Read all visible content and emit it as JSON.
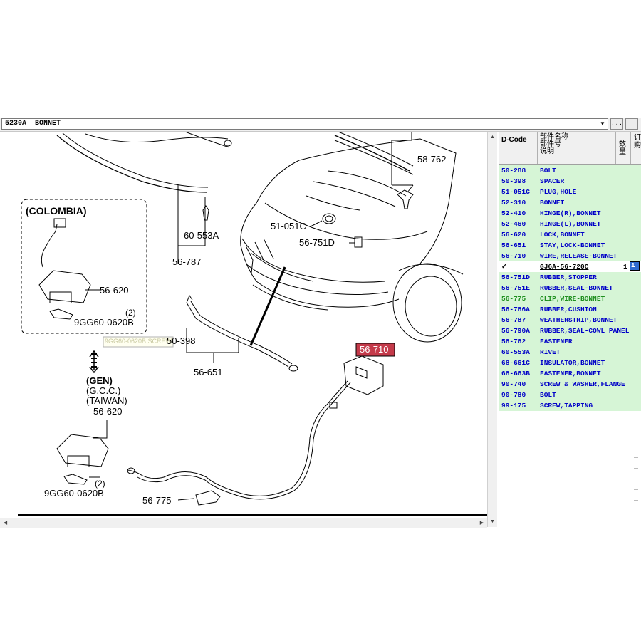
{
  "header": {
    "combo_value": "5230A  BONNET",
    "combo_arrow_icon": "chevron-down-icon",
    "dots_label": ". . ."
  },
  "diagram": {
    "labels": {
      "colombia": "(COLOMBIA)",
      "gen_line1": "(GEN)",
      "gen_line2": "(G.C.C.)",
      "gen_line3": "(TAIWAN)",
      "p_58762": "58-762",
      "p_51051c": "51-051C",
      "p_56751d": "56-751D",
      "p_60553a": "60-553A",
      "p_56787": "56-787",
      "p_56620a": "56-620",
      "p_56620b": "56-620",
      "p_9gg60_a": "9GG60-0620B",
      "p_9gg60_b": "9GG60-0620B",
      "qty2_a": "(2)",
      "qty2_b": "(2)",
      "p_50398": "50-398",
      "p_56651": "56-651",
      "p_56710": "56-710",
      "p_56775": "56-775",
      "tooltip": "9GG60-0620B:SCREW"
    }
  },
  "parts": {
    "head": {
      "code": "D-Code",
      "name_line1": "部件名称",
      "name_line2": "部件号",
      "name_line3": "说明",
      "qty": "数量",
      "more": "订购"
    },
    "rows": [
      {
        "code": "50-288",
        "name": "BOLT"
      },
      {
        "code": "50-398",
        "name": "SPACER"
      },
      {
        "code": "51-051C",
        "name": "PLUG,HOLE"
      },
      {
        "code": "52-310",
        "name": "BONNET"
      },
      {
        "code": "52-410",
        "name": "HINGE(R),BONNET"
      },
      {
        "code": "52-460",
        "name": "HINGE(L),BONNET"
      },
      {
        "code": "56-620",
        "name": "LOCK,BONNET"
      },
      {
        "code": "56-651",
        "name": "STAY,LOCK-BONNET"
      },
      {
        "code": "56-710",
        "name": "WIRE,RELEASE-BONNET"
      }
    ],
    "selected": {
      "check": "✓",
      "name": "GJ6A-56-720C",
      "qty": "1",
      "order": "1"
    },
    "rows2": [
      {
        "code": "56-751D",
        "name": "RUBBER,STOPPER"
      },
      {
        "code": "56-751E",
        "name": "RUBBER,SEAL-BONNET"
      },
      {
        "code": "56-775",
        "name": "CLIP,WIRE-BONNET"
      },
      {
        "code": "56-786A",
        "name": "RUBBER,CUSHION"
      },
      {
        "code": "56-787",
        "name": "WEATHERSTRIP,BONNET"
      },
      {
        "code": "56-790A",
        "name": "RUBBER,SEAL-COWL PANEL"
      },
      {
        "code": "58-762",
        "name": "FASTENER"
      },
      {
        "code": "60-553A",
        "name": "RIVET"
      },
      {
        "code": "68-661C",
        "name": "INSULATOR,BONNET"
      },
      {
        "code": "68-663B",
        "name": "FASTENER,BONNET"
      },
      {
        "code": "90-740",
        "name": "SCREW & WASHER,FLANGE"
      },
      {
        "code": "90-780",
        "name": "BOLT"
      },
      {
        "code": "99-175",
        "name": "SCREW,TAPPING"
      }
    ]
  }
}
